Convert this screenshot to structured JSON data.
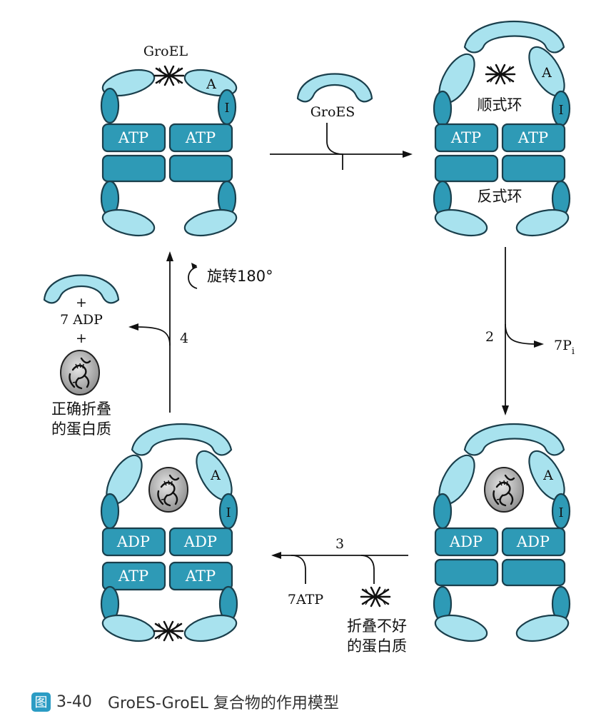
{
  "labels": {
    "groel": "GroEL",
    "groes": "GroES",
    "domain_a": "A",
    "domain_i": "I",
    "cis_ring": "顺式环",
    "trans_ring": "反式环",
    "atp": "ATP",
    "adp": "ADP",
    "step2": "2",
    "step3": "3",
    "step4": "4",
    "pi_main": "7P",
    "pi_sub": "i",
    "atp7": "7ATP",
    "misfolded_line1": "折叠不好",
    "misfolded_line2": "的蛋白质",
    "rotate": "旋转180°",
    "plus": "+",
    "adp7": "7 ADP",
    "folded_line1": "正确折叠",
    "folded_line2": "的蛋白质"
  },
  "caption": {
    "icon": "图",
    "number": "3-40",
    "text": "GroES-GroEL 复合物的作用模型"
  },
  "colors": {
    "light_cyan": "#a8e2ee",
    "teal": "#2e9ab6",
    "outline": "#1a3f4c",
    "icon_blue": "#2b9cc4"
  }
}
